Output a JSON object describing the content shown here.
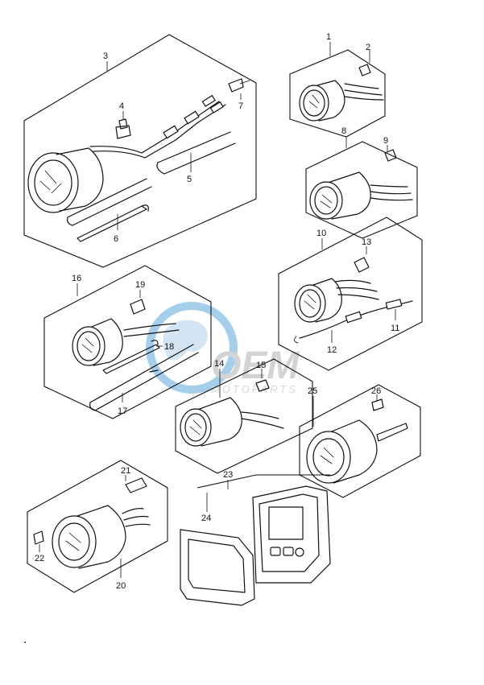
{
  "diagram": {
    "callouts": [
      "1",
      "2",
      "3",
      "4",
      "5",
      "6",
      "7",
      "8",
      "9",
      "10",
      "11",
      "12",
      "13",
      "14",
      "15",
      "16",
      "17",
      "18",
      "19",
      "20",
      "21",
      "22",
      "23",
      "24",
      "25",
      "26"
    ]
  },
  "watermark": {
    "logo_text": "OEM",
    "sub_text": "MOTOPARTS",
    "colors": {
      "globe": "#8fc3e6",
      "land": "#c9dff0",
      "text": "#c9c9c9"
    }
  }
}
